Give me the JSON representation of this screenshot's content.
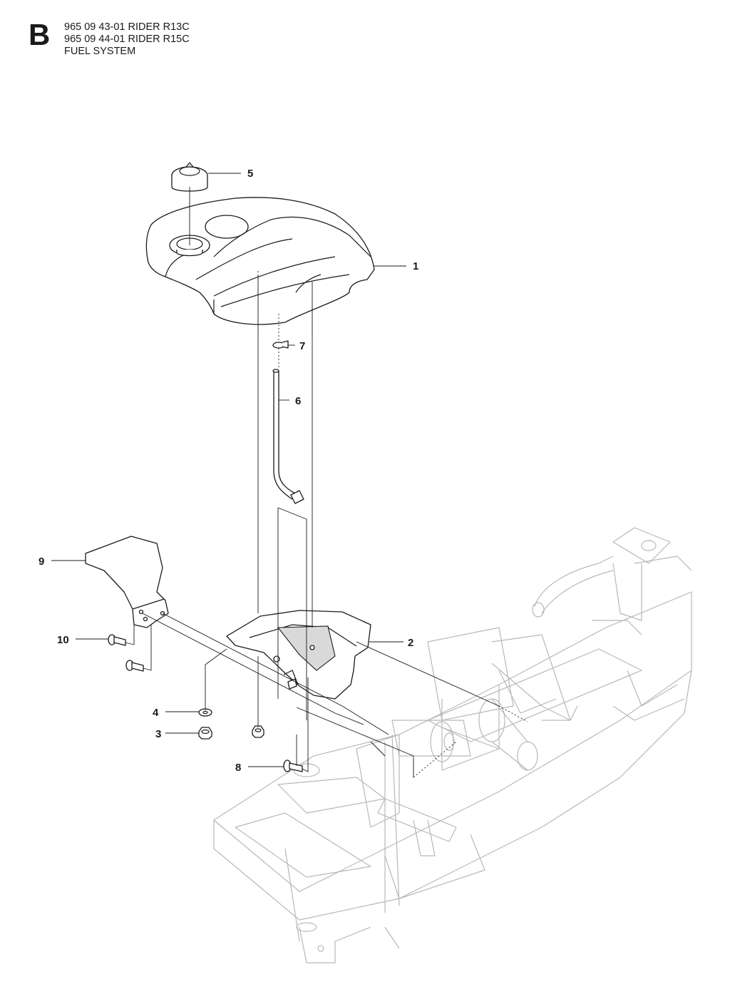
{
  "header": {
    "section_letter": "B",
    "model_line_1": "965 09 43-01 RIDER R13C",
    "model_line_2": "965 09 44-01 RIDER R15C",
    "group_title": "FUEL SYSTEM"
  },
  "callouts": {
    "p1": "1",
    "p2": "2",
    "p3": "3",
    "p4": "4",
    "p5": "5",
    "p6": "6",
    "p7": "7",
    "p8": "8",
    "p9": "9",
    "p10": "10"
  }
}
